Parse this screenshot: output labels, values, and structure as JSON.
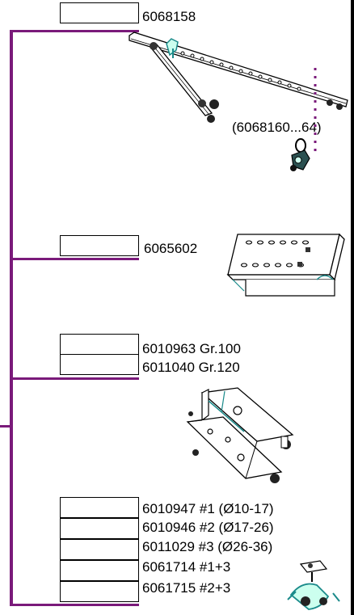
{
  "accent_color": "#7a1a7a",
  "groups": [
    {
      "parts": [
        {
          "number": "6068158"
        }
      ],
      "sub": {
        "range_label": "(6068160...64)"
      }
    },
    {
      "parts": [
        {
          "number": "6065602"
        }
      ]
    },
    {
      "parts": [
        {
          "number": "6010963 Gr.100"
        },
        {
          "number": "6011040 Gr.120"
        }
      ]
    },
    {
      "parts": [
        {
          "number": "6010947  #1 (Ø10-17)"
        },
        {
          "number": "6010946  #2 (Ø17-26)"
        },
        {
          "number": "6011029  #3 (Ø26-36)"
        },
        {
          "number": "6061714  #1+3"
        },
        {
          "number": "6061715  #2+3"
        }
      ]
    }
  ],
  "icons": [
    "beam-icon",
    "shackle-icon",
    "bracket-plate-icon",
    "frame-adapter-icon",
    "clamp-icon"
  ]
}
